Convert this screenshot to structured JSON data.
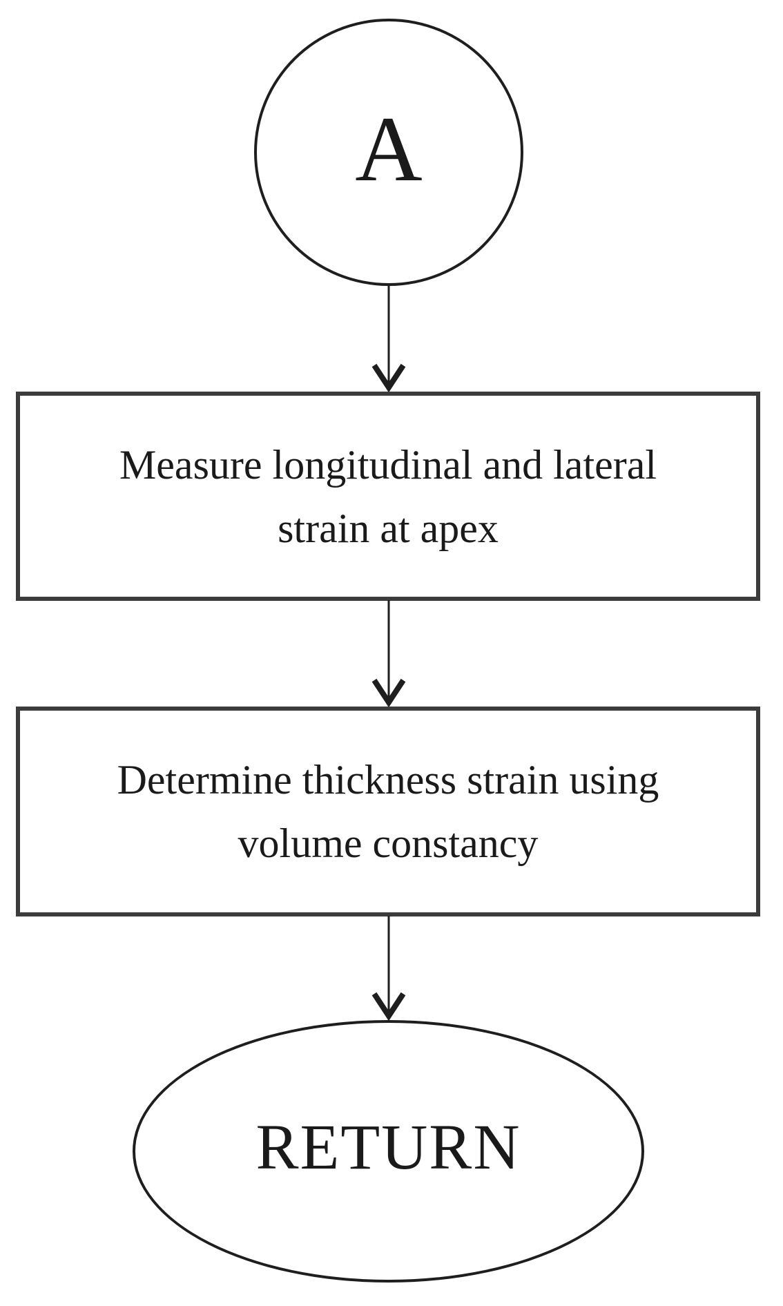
{
  "diagram": {
    "type": "flowchart",
    "orientation": "top-down",
    "background_color": "#ffffff",
    "text_color": "#1a1a1a",
    "shape_stroke_color": "#1e1e1e",
    "rect_border_color": "#3c3c3c",
    "nodes": [
      {
        "id": "A",
        "shape": "circle",
        "role": "connector",
        "label": "A"
      },
      {
        "id": "measure-strain",
        "shape": "rectangle",
        "role": "process",
        "label": "Measure longitudinal and lateral strain at apex",
        "lines": [
          "Measure longitudinal and lateral",
          "strain at apex"
        ]
      },
      {
        "id": "thickness-strain",
        "shape": "rectangle",
        "role": "process",
        "label": "Determine thickness strain using volume constancy",
        "lines": [
          "Determine thickness strain using",
          "volume constancy"
        ]
      },
      {
        "id": "return",
        "shape": "ellipse",
        "role": "terminator",
        "label": "RETURN"
      }
    ],
    "edges": [
      {
        "from": "A",
        "to": "measure-strain",
        "style": "arrow-down"
      },
      {
        "from": "measure-strain",
        "to": "thickness-strain",
        "style": "arrow-down"
      },
      {
        "from": "thickness-strain",
        "to": "return",
        "style": "arrow-down"
      }
    ]
  }
}
